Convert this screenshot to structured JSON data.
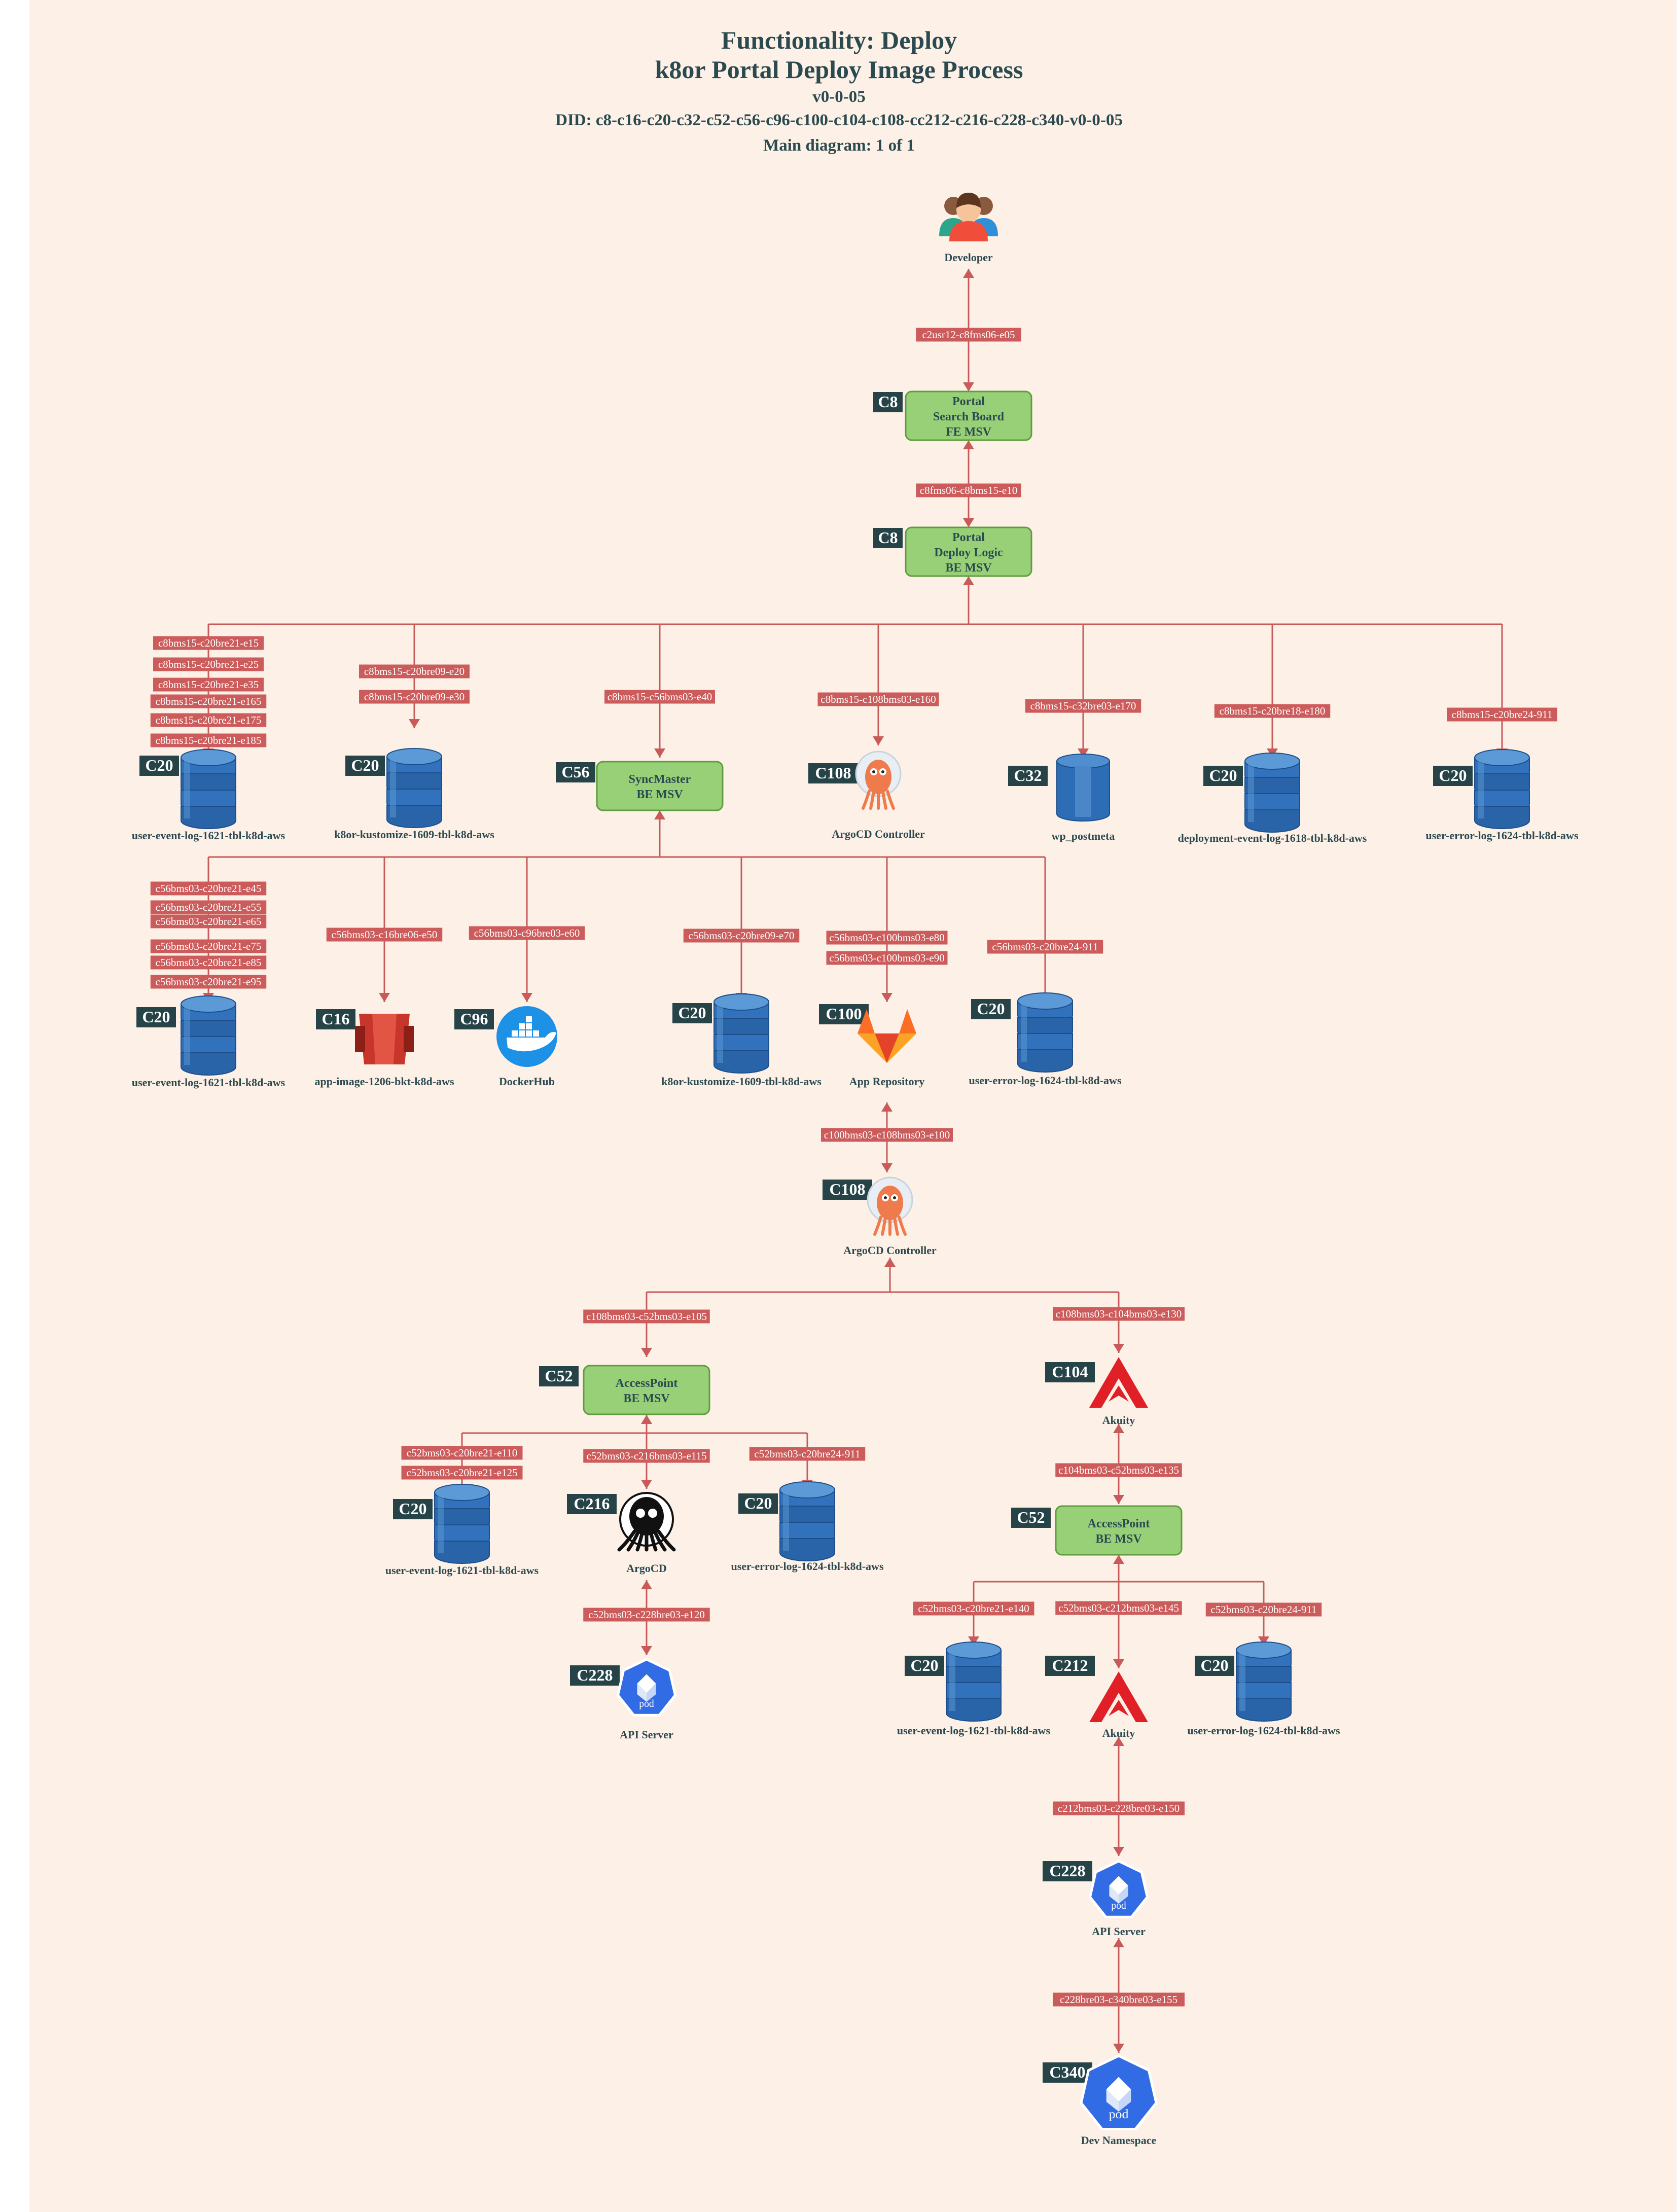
{
  "header": {
    "functionality": "Functionality: Deploy",
    "process": "k8or Portal Deploy Image Process",
    "version": "v0-0-05",
    "did": "DID: c8-c16-c20-c32-c52-c56-c96-c100-c104-c108-cc212-c216-c228-c340-v0-0-05",
    "main": "Main diagram: 1 of 1"
  },
  "colors": {
    "background": "#fdf0e6",
    "edge": "#c85a5a",
    "edge_label_bg": "#cc5c5c",
    "edge_label_text": "#ffffff",
    "box_fill": "#97d077",
    "box_stroke": "#5f9e3e",
    "box_text": "#2b4a50",
    "badge_bg": "#264348",
    "badge_text": "#ffffff",
    "db_blue": "#2d6db5",
    "k8s_blue": "#326ce5"
  },
  "nodes": {
    "developer": {
      "label": "Developer",
      "icon": "developer-icon"
    },
    "fe_msv": {
      "badge": "C8",
      "lines": [
        "Portal",
        "Search Board",
        "FE MSV"
      ]
    },
    "be_msv": {
      "badge": "C8",
      "lines": [
        "Portal",
        "Deploy Logic",
        "BE MSV"
      ]
    },
    "r1_db1": {
      "badge": "C20",
      "label": "user-event-log-1621-tbl-k8d-aws",
      "icon": "database-icon"
    },
    "r1_db2": {
      "badge": "C20",
      "label": "k8or-kustomize-1609-tbl-k8d-aws",
      "icon": "database-icon"
    },
    "syncmaster": {
      "badge": "C56",
      "lines": [
        "SyncMaster",
        "BE MSV"
      ]
    },
    "r1_argo": {
      "badge": "C108",
      "label": "ArgoCD Controller",
      "icon": "argocd-icon"
    },
    "r1_wp": {
      "badge": "C32",
      "label": "wp_postmeta",
      "icon": "database-icon"
    },
    "r1_db5": {
      "badge": "C20",
      "label": "deployment-event-log-1618-tbl-k8d-aws",
      "icon": "database-icon"
    },
    "r1_db6": {
      "badge": "C20",
      "label": "user-error-log-1624-tbl-k8d-aws",
      "icon": "database-icon"
    },
    "r2_db1": {
      "badge": "C20",
      "label": "user-event-log-1621-tbl-k8d-aws",
      "icon": "database-icon"
    },
    "r2_s3": {
      "badge": "C16",
      "label": "app-image-1206-bkt-k8d-aws",
      "icon": "s3-bucket-icon"
    },
    "r2_docker": {
      "badge": "C96",
      "label": "DockerHub",
      "icon": "docker-icon"
    },
    "r2_db4": {
      "badge": "C20",
      "label": "k8or-kustomize-1609-tbl-k8d-aws",
      "icon": "database-icon"
    },
    "r2_gitlab": {
      "badge": "C100",
      "label": "App Repository",
      "icon": "gitlab-icon"
    },
    "r2_db6": {
      "badge": "C20",
      "label": "user-error-log-1624-tbl-k8d-aws",
      "icon": "database-icon"
    },
    "argo2": {
      "badge": "C108",
      "label": "ArgoCD Controller",
      "icon": "argocd-icon"
    },
    "accesspoint_l": {
      "badge": "C52",
      "lines": [
        "AccessPoint",
        "BE MSV"
      ]
    },
    "akuity_top": {
      "badge": "C104",
      "label": "Akuity",
      "icon": "akuity-icon"
    },
    "l_db1": {
      "badge": "C20",
      "label": "user-event-log-1621-tbl-k8d-aws",
      "icon": "database-icon"
    },
    "l_argocd": {
      "badge": "C216",
      "label": "ArgoCD",
      "icon": "argocd-octopus-icon"
    },
    "l_db3": {
      "badge": "C20",
      "label": "user-error-log-1624-tbl-k8d-aws",
      "icon": "database-icon"
    },
    "l_api": {
      "badge": "C228",
      "label": "API Server",
      "icon": "k8s-pod-icon"
    },
    "accesspoint_r": {
      "badge": "C52",
      "lines": [
        "AccessPoint",
        "BE MSV"
      ]
    },
    "r_db1": {
      "badge": "C20",
      "label": "user-event-log-1621-tbl-k8d-aws",
      "icon": "database-icon"
    },
    "r_akuity": {
      "badge": "C212",
      "label": "Akuity",
      "icon": "akuity-icon"
    },
    "r_db3": {
      "badge": "C20",
      "label": "user-error-log-1624-tbl-k8d-aws",
      "icon": "database-icon"
    },
    "r_api": {
      "badge": "C228",
      "label": "API Server",
      "icon": "k8s-pod-icon"
    },
    "devns": {
      "badge": "C340",
      "label": "Dev Namespace",
      "icon": "k8s-pod-icon"
    }
  },
  "edges": {
    "e05": [
      "c2usr12-c8fms06-e05"
    ],
    "e10": [
      "c8fms06-c8bms15-e10"
    ],
    "b1": [
      "c8bms15-c20bre21-e15",
      "c8bms15-c20bre21-e25",
      "c8bms15-c20bre21-e35",
      "c8bms15-c20bre21-e165",
      "c8bms15-c20bre21-e175",
      "c8bms15-c20bre21-e185"
    ],
    "b2": [
      "c8bms15-c20bre09-e20",
      "c8bms15-c20bre09-e30"
    ],
    "b3": [
      "c8bms15-c56bms03-e40"
    ],
    "b4": [
      "c8bms15-c108bms03-e160"
    ],
    "b5": [
      "c8bms15-c32bre03-e170"
    ],
    "b6": [
      "c8bms15-c20bre18-e180"
    ],
    "b7": [
      "c8bms15-c20bre24-911"
    ],
    "s1": [
      "c56bms03-c20bre21-e45",
      "c56bms03-c20bre21-e55",
      "c56bms03-c20bre21-e65",
      "c56bms03-c20bre21-e75",
      "c56bms03-c20bre21-e85",
      "c56bms03-c20bre21-e95"
    ],
    "s2": [
      "c56bms03-c16bre06-e50"
    ],
    "s3": [
      "c56bms03-c96bre03-e60"
    ],
    "s4": [
      "c56bms03-c20bre09-e70"
    ],
    "s5": [
      "c56bms03-c100bms03-e80",
      "c56bms03-c100bms03-e90"
    ],
    "s6": [
      "c56bms03-c20bre24-911"
    ],
    "e100": [
      "c100bms03-c108bms03-e100"
    ],
    "e105": [
      "c108bms03-c52bms03-e105"
    ],
    "e130": [
      "c108bms03-c104bms03-e130"
    ],
    "la1": [
      "c52bms03-c20bre21-e110",
      "c52bms03-c20bre21-e125"
    ],
    "la2": [
      "c52bms03-c216bms03-e115"
    ],
    "la3": [
      "c52bms03-c20bre24-911"
    ],
    "e120": [
      "c52bms03-c228bre03-e120"
    ],
    "e135": [
      "c104bms03-c52bms03-e135"
    ],
    "ra1": [
      "c52bms03-c20bre21-e140"
    ],
    "ra2": [
      "c52bms03-c212bms03-e145"
    ],
    "ra3": [
      "c52bms03-c20bre24-911"
    ],
    "e150": [
      "c212bms03-c228bre03-e150"
    ],
    "e155": [
      "c228bre03-c340bre03-e155"
    ]
  }
}
